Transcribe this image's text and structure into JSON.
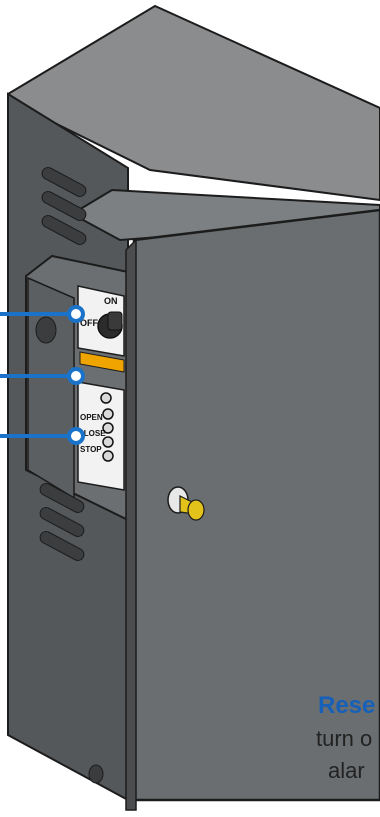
{
  "panel": {
    "switch_on": "ON",
    "switch_off": "OFF",
    "button_open": "OPEN",
    "button_close": "CLOSE",
    "button_stop": "STOP"
  },
  "caption": {
    "title": "Rese",
    "line1": "turn o",
    "line2": "alar"
  },
  "colors": {
    "cabinet": "#6f7173",
    "callout": "#1a73c9",
    "accent_title": "#1660b8",
    "key": "#e3c21a",
    "warning_label": "#f0a400"
  },
  "icons": {
    "key": "key-icon",
    "keyswitch": "keyswitch-icon"
  }
}
